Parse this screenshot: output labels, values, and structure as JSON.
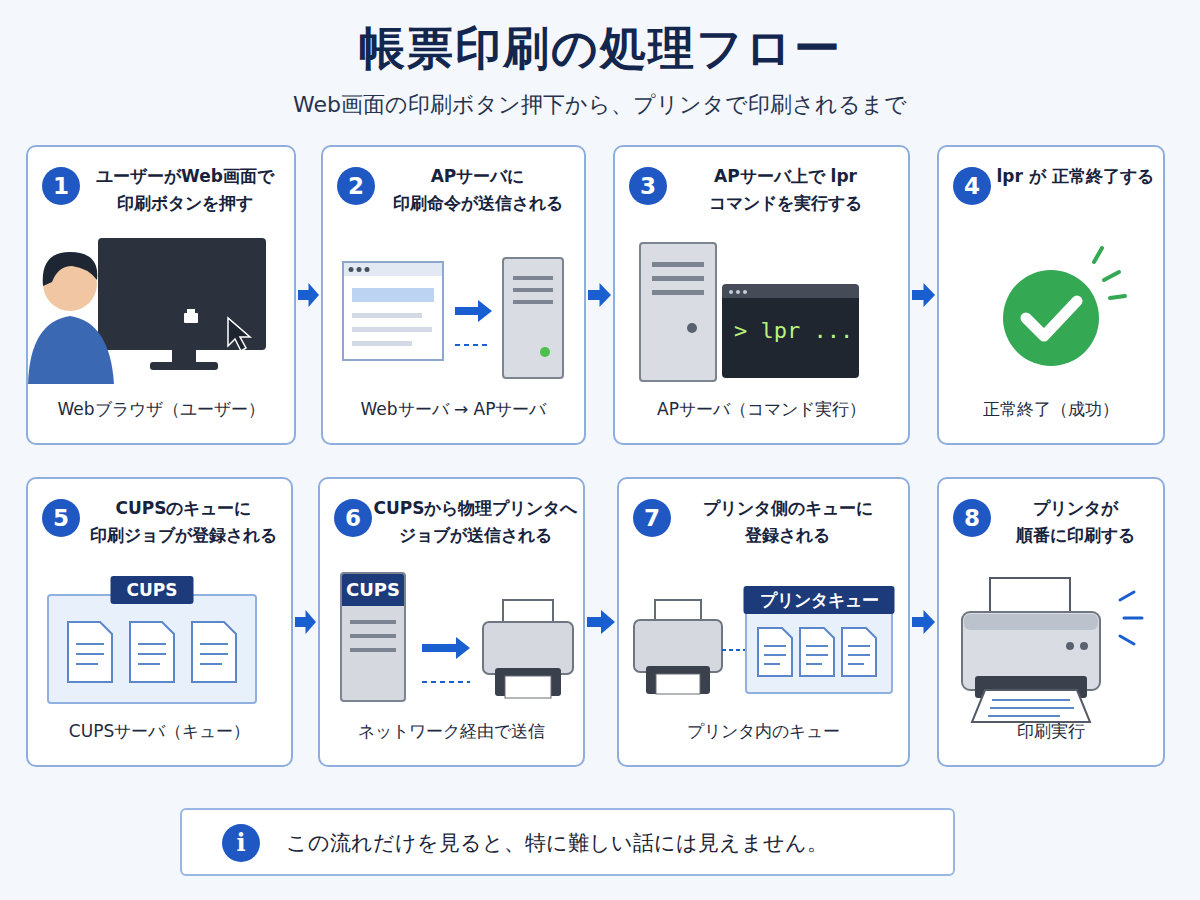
{
  "diagram": {
    "title": "帳票印刷の処理フロー",
    "caption": "Web画面の印刷ボタン押下から、プリンタで印刷されるまで",
    "nodes": [
      {
        "text": [
          "1",
          "ユーザーがWeb画面で 印刷ボタンを押す",
          "Webブラウザ（ユーザー）"
        ]
      },
      {
        "text": [
          "印刷"
        ],
        "in": 0
      },
      {
        "text": [
          "2",
          "APサーバに 印刷命令が送信される",
          "Webサーバ → APサーバ"
        ]
      },
      {
        "text": [
          "3",
          "APサーバ上で lpr コマンドを実行する",
          "APサーバ（コマンド実行）"
        ]
      },
      {
        "text": [
          "> lpr ..."
        ],
        "in": 3
      },
      {
        "text": [
          "4",
          "lpr が 正常終了する",
          "正常終了（成功）"
        ]
      },
      {
        "text": [
          "5",
          "CUPSのキューに 印刷ジョブが登録される",
          "CUPSサーバ（キュー）"
        ]
      },
      {
        "text": [
          "CUPS"
        ],
        "in": 6
      },
      {
        "text": [
          "6",
          "CUPSから物理プリンタへ ジョブが送信される",
          "ネットワーク経由で送信"
        ]
      },
      {
        "text": [
          "CUPS"
        ],
        "in": 8
      },
      {
        "text": [
          "7",
          "プリンタ側のキューに 登録される",
          "プリンタ内のキュー"
        ]
      },
      {
        "text": [
          "プリンタキュー"
        ],
        "in": 10
      },
      {
        "text": [
          "8",
          "プリンタが 順番に印刷する",
          "印刷実行"
        ]
      },
      {
        "text": [
          "i",
          "この流れだけを見ると、特に難しい話には見えません。"
        ]
      }
    ],
    "edges": [
      {
        "from": 0,
        "to": 2,
        "arrow": "to"
      },
      {
        "from": 2,
        "to": 3,
        "arrow": "to"
      },
      {
        "from": 3,
        "to": 5,
        "arrow": "to"
      },
      {
        "from": 6,
        "to": 8,
        "arrow": "to"
      },
      {
        "from": 8,
        "to": 10,
        "arrow": "to"
      },
      {
        "from": 10,
        "to": 12,
        "arrow": "to"
      }
    ]
  }
}
